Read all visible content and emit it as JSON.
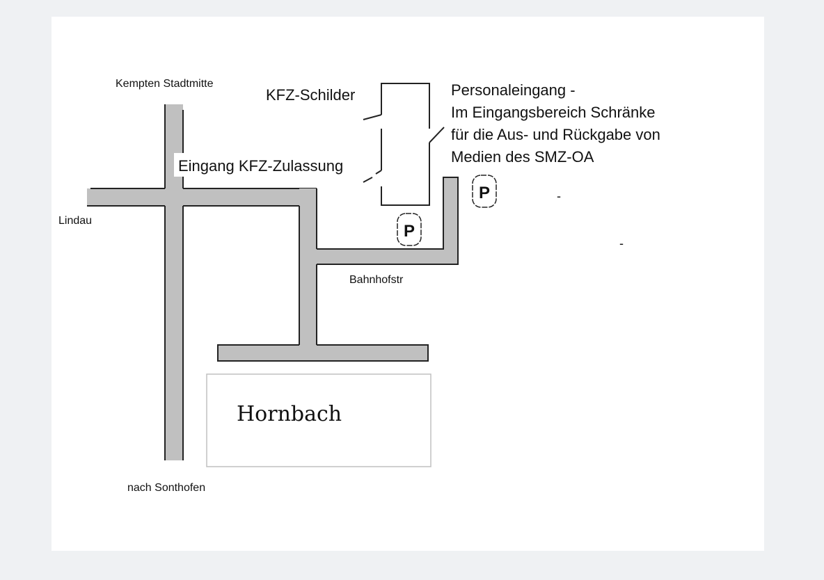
{
  "map": {
    "labels": {
      "north": "Kempten Stadtmitte",
      "west": "Lindau",
      "south": "nach Sonthofen",
      "street": "Bahnhofstr",
      "kfz_schilder": "KFZ-Schilder",
      "eingang": "Eingang KFZ-Zulassung",
      "personal": [
        "Personaleingang -",
        "Im Eingangsbereich Schränke",
        "für die Aus- und Rückgabe von",
        "Medien des SMZ-OA"
      ],
      "store": "Hornbach",
      "parking": "P",
      "dash": "-"
    },
    "colors": {
      "road": "#c0c0c0",
      "background": "#eff1f3"
    }
  }
}
